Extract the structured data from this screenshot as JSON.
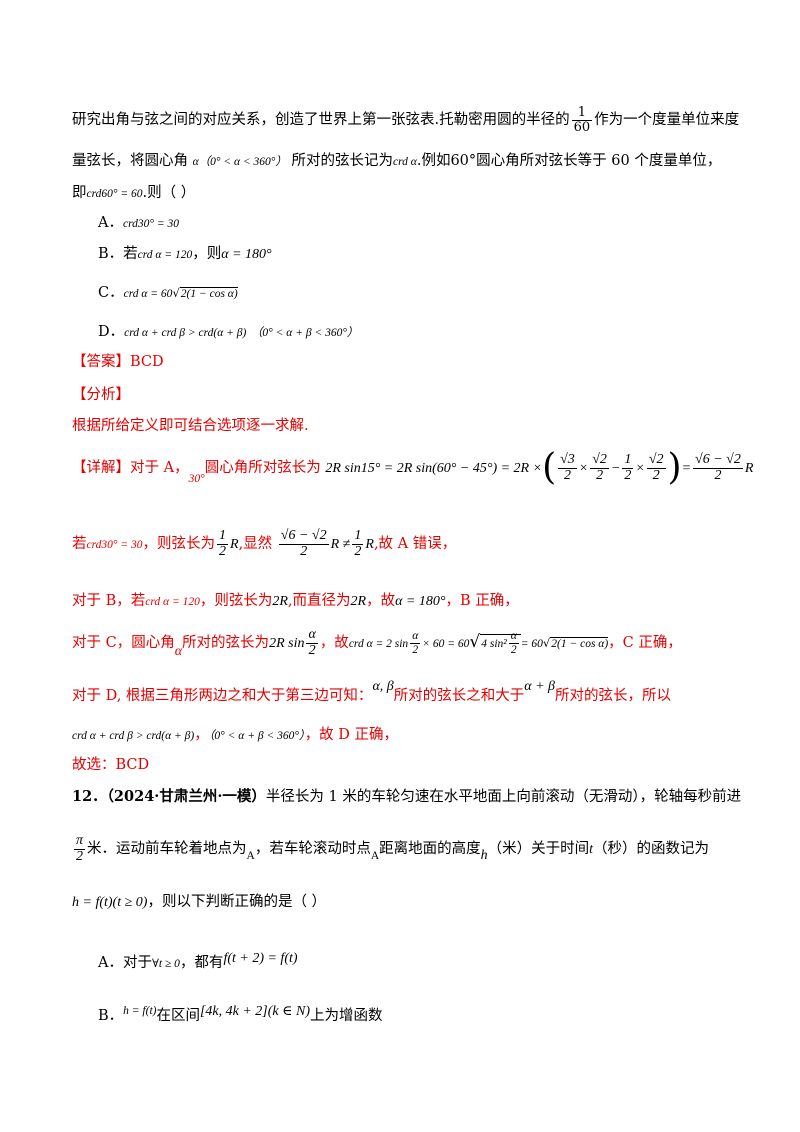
{
  "paragraph1": {
    "line1_text": "研究出角与弦之间的对应关系，创造了世界上第一张弦表.托勒密用圆的半径的",
    "frac_num": "1",
    "frac_den": "60",
    "line1_tail": "作为一个度量单位来度",
    "line2_text": "量弦长，将圆心角",
    "line2_math": "α（0° < α < 360°）",
    "line2_mid": "所对的弦长记为",
    "line2_crd": "crd α",
    "line2_tail": ".例如60°圆心角所对弦长等于 60 个度量单位，",
    "line3_text": "即",
    "line3_math": "crd60° = 60",
    "line3_tail": ".则（    ）"
  },
  "options": {
    "A_label": "A．",
    "A_math": "crd30° = 30",
    "B_label": "B．若",
    "B_math1": "crd α = 120",
    "B_mid": "，则",
    "B_math2": "α = 180°",
    "C_label": "C．",
    "C_math": "crd α = 60",
    "C_radicand": "2(1 − cos α)",
    "D_label": "D．",
    "D_math": "crd α + crd β > crd(α + β)",
    "D_cond": "（0° < α + β < 360°）"
  },
  "answer": {
    "label": "【答案】",
    "value": "BCD"
  },
  "analysis": {
    "label": "【分析】",
    "text": "根据所给定义即可结合选项逐一求解."
  },
  "detail": {
    "label": "【详解】",
    "A_intro": "对于 A，",
    "A_angle": "30°",
    "A_text": "圆心角所对弦长为",
    "A_eq1": "2R sin15° = 2R sin(60° − 45°) = 2R ×",
    "A_f1_num": "√3",
    "A_f1_den": "2",
    "A_times": "×",
    "A_f2_num": "√2",
    "A_f2_den": "2",
    "A_minus": "−",
    "A_f3_num": "1",
    "A_f3_den": "2",
    "A_f4_num": "√2",
    "A_f4_den": "2",
    "A_eq2": "=",
    "A_f5_num": "√6 − √2",
    "A_f5_den": "2",
    "A_R": "R",
    "A2_prefix": "若",
    "A2_math": "crd30° = 30",
    "A2_text": "，则弦长为",
    "A2_f_num": "1",
    "A2_f_den": "2",
    "A2_R": "R",
    "A2_mid": ",显然",
    "A2_f2_num": "√6 − √2",
    "A2_f2_den": "2",
    "A2_neq": "R ≠",
    "A2_f3_num": "1",
    "A2_f3_den": "2",
    "A2_R2": "R",
    "A2_tail": ",故 A 错误，",
    "B_prefix": "对于 B，若",
    "B_math": "crd α = 120",
    "B_text1": "，则弦长为",
    "B_2R": "2R",
    "B_text2": ",而直径为",
    "B_2R2": "2R",
    "B_text3": "，故",
    "B_math2": "α = 180°",
    "B_tail": "，B 正确，",
    "C_prefix": "对于 C，圆心角",
    "C_alpha": "α",
    "C_text1": "所对的弦长为",
    "C_2Rsin": "2R sin",
    "C_f_num": "α",
    "C_f_den": "2",
    "C_text2": "，故",
    "C_eq": "crd α = 2 sin",
    "C_f2_num": "α",
    "C_f2_den": "2",
    "C_eq2": "× 60 = 60",
    "C_rad": "4 sin²",
    "C_f3_num": "α",
    "C_f3_den": "2",
    "C_eq3": "= 60",
    "C_rad2": "2(1 − cos α)",
    "C_tail": "，C 正确，",
    "D_prefix": "对于 D, 根据三角形两边之和大于第三边可知：",
    "D_ab": "α, β",
    "D_text1": "所对的弦长之和大于",
    "D_apb": "α + β",
    "D_text2": "所对的弦长，所以",
    "D2_math": "crd α + crd β > crd(α + β)",
    "D2_sep": "，",
    "D2_cond": "（0° < α + β < 360°）",
    "D2_tail": "，故 D 正确，",
    "conclusion": "故选：BCD"
  },
  "q12": {
    "number": "12．",
    "source": "（2024·甘肃兰州·一模）",
    "text1": "半径长为 1 米的车轮匀速在水平地面上向前滚动（无滑动），轮轴每秒前进",
    "frac_num": "π",
    "frac_den": "2",
    "text2": "米．运动前车轮着地点为",
    "A1": "A",
    "text3": "，若车轮滚动时点",
    "A2": "A",
    "text4": "距离地面的高度",
    "h": "h",
    "text5": "（米）关于时间",
    "t": "t",
    "text6": "（秒）的函数记为",
    "func": "h = f(t)(t ≥ 0)",
    "text7": "，则以下判断正确的是（    ）",
    "A_label": "A．对于",
    "A_math1": "∀t ≥ 0",
    "A_mid": "，都有",
    "A_math2": "f(t + 2) = f(t)",
    "B_label": "B．",
    "B_math1": "h = f(t)",
    "B_mid": "在区间",
    "B_math2": "[4k, 4k + 2](k ∈ N)",
    "B_tail": "上为增函数"
  }
}
